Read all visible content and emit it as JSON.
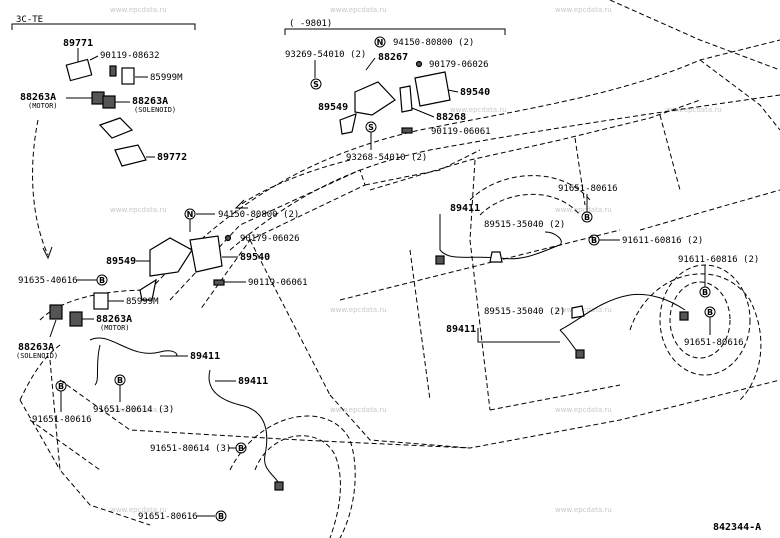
{
  "diagram_code": "842344-A",
  "watermark": "www.epcdata.ru",
  "groups": {
    "engine_label": "3C-TE",
    "date_label": "(     -9801)"
  },
  "callouts": {
    "a_89771": "89771",
    "a_90119_08632": "90119-08632",
    "a_85999M": "85999M",
    "a_88263A_motor": "88263A",
    "a_motor_note": "(MOTOR)",
    "a_88263A_sol": "88263A",
    "a_sol_note": "(SOLENOID)",
    "a_89772": "89772",
    "b_93269_54010": "93269-54010 (2)",
    "b_94150_80800": "94150-80800 (2)",
    "b_88267": "88267",
    "b_90179_06026": "90179-06026",
    "b_89540": "89540",
    "b_89549": "89549",
    "b_88268": "88268",
    "b_90119_06061": "90119-06061",
    "b_93268_54010": "93268-54010 (2)",
    "c_94150_80800": "94150-80800 (2)",
    "c_90179_06026": "90179-06026",
    "c_89549": "89549",
    "c_89540": "89540",
    "c_90119_06061": "90119-06061",
    "c_91635_40616": "91635-40616",
    "c_85999M": "85999M",
    "c_88263A_motor": "88263A",
    "c_motor_note": "(MOTOR)",
    "c_88263A_sol": "88263A",
    "c_sol_note": "(SOLENOID)",
    "c_89411_a": "89411",
    "c_91651_80616": "91651-80616",
    "c_91651_80614": "91651-80614 (3)",
    "c_89411_b": "89411",
    "c_91651_80614_b": "91651-80614 (3)",
    "c_91651_80616_b": "91651-80616",
    "r_91651_80616": "91651-80616",
    "r_89411_a": "89411",
    "r_89515_35040_a": "89515-35040 (2)",
    "r_91611_60816_a": "91611-60816 (2)",
    "r_91611_60816_b": "91611-60816 (2)",
    "r_89515_35040_b": "89515-35040 (2)",
    "r_89411_b": "89411",
    "r_91651_80616_b": "91651-80616"
  },
  "markers": {
    "N": "N",
    "S": "S",
    "B": "B"
  }
}
